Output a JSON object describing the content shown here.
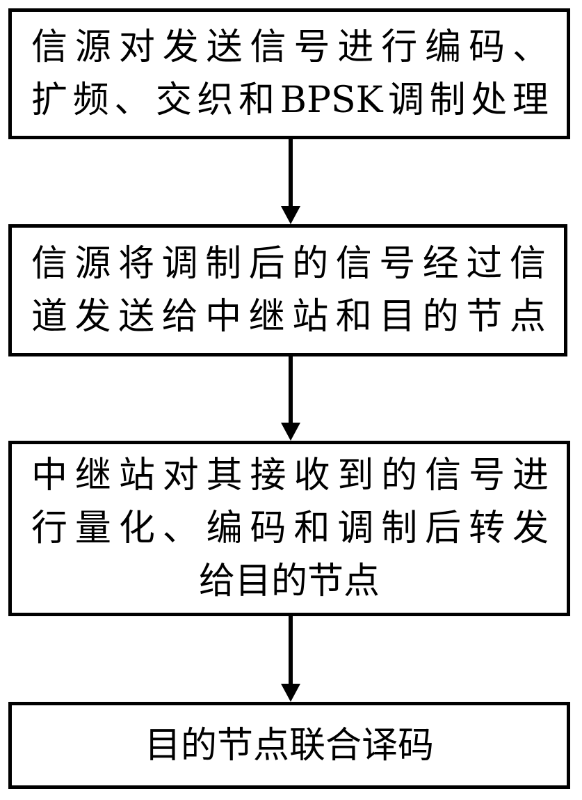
{
  "diagram": {
    "type": "flowchart",
    "orientation": "vertical",
    "title": "",
    "colors": {
      "stroke": "#000000",
      "fill": "#ffffff",
      "text": "#000000"
    },
    "nodes": [
      {
        "id": "step-1",
        "shape": "rectangle",
        "text": "信源对发送信号进行编码、扩频、交织和BPSK调制处理",
        "lines": [
          "信源对发送信号进行编码、",
          "扩频、交织和BPSK调制处理"
        ],
        "line_1_segments": [
          "信",
          "源",
          "对",
          "发",
          "送",
          "信",
          "号",
          "进",
          "行",
          "编",
          "码",
          "、"
        ],
        "line_2_segments": [
          "扩",
          "频",
          "、",
          "交",
          "织",
          "和",
          "BPSK",
          "调",
          "制",
          "处",
          "理"
        ],
        "align": "justify"
      },
      {
        "id": "step-2",
        "shape": "rectangle",
        "text": "信源将调制后的信号经过信道发送给中继站和目的节点",
        "lines": [
          "信源将调制后的信号经过信",
          "道发送给中继站和目的节点"
        ],
        "line_1_segments": [
          "信",
          "源",
          "将",
          "调",
          "制",
          "后",
          "的",
          "信",
          "号",
          "经",
          "过",
          "信"
        ],
        "line_2_segments": [
          "道",
          "发",
          "送",
          "给",
          "中",
          "继",
          "站",
          "和",
          "目",
          "的",
          "节",
          "点"
        ],
        "align": "justify"
      },
      {
        "id": "step-3",
        "shape": "rectangle",
        "text": "中继站对其接收到的信号进行量化、编码和调制后转发给目的节点",
        "lines": [
          "中继站对其接收到的信号进",
          "行量化、编码和调制后转发",
          "给目的节点"
        ],
        "line_1_segments": [
          "中",
          "继",
          "站",
          "对",
          "其",
          "接",
          "收",
          "到",
          "的",
          "信",
          "号",
          "进"
        ],
        "line_2_segments": [
          "行",
          "量",
          "化",
          "、",
          "编",
          "码",
          "和",
          "调",
          "制",
          "后",
          "转",
          "发"
        ],
        "line_3_text": "给目的节点",
        "align": "justify"
      },
      {
        "id": "step-4",
        "shape": "rectangle",
        "text": "目的节点联合译码",
        "lines": [
          "目的节点联合译码"
        ],
        "align": "center"
      }
    ],
    "edges": [
      {
        "id": "edge-1",
        "from": "step-1",
        "to": "step-2",
        "style": "solid",
        "arrowhead": "filled-triangle",
        "label": ""
      },
      {
        "id": "edge-2",
        "from": "step-2",
        "to": "step-3",
        "style": "solid",
        "arrowhead": "filled-triangle",
        "label": ""
      },
      {
        "id": "edge-3",
        "from": "step-3",
        "to": "step-4",
        "style": "solid",
        "arrowhead": "filled-triangle",
        "label": ""
      }
    ]
  }
}
